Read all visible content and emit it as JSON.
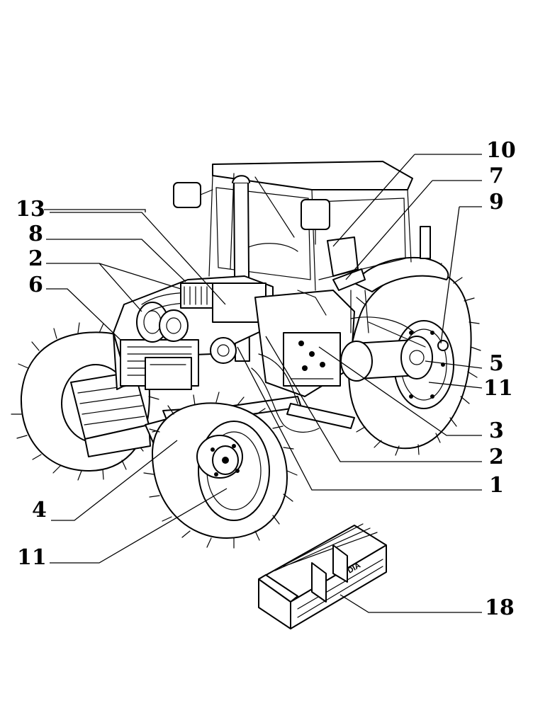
{
  "diagram": {
    "callouts": [
      {
        "id": "c10",
        "label": "10"
      },
      {
        "id": "c7",
        "label": "7"
      },
      {
        "id": "c9",
        "label": "9"
      },
      {
        "id": "c13",
        "label": "13"
      },
      {
        "id": "c8",
        "label": "8"
      },
      {
        "id": "c2a",
        "label": "2"
      },
      {
        "id": "c6",
        "label": "6"
      },
      {
        "id": "c5",
        "label": "5"
      },
      {
        "id": "c11a",
        "label": "11"
      },
      {
        "id": "c3",
        "label": "3"
      },
      {
        "id": "c2b",
        "label": "2"
      },
      {
        "id": "c1",
        "label": "1"
      },
      {
        "id": "c4",
        "label": "4"
      },
      {
        "id": "c11b",
        "label": "11"
      },
      {
        "id": "c18",
        "label": "18"
      }
    ],
    "crate_stencil": "DIA"
  }
}
